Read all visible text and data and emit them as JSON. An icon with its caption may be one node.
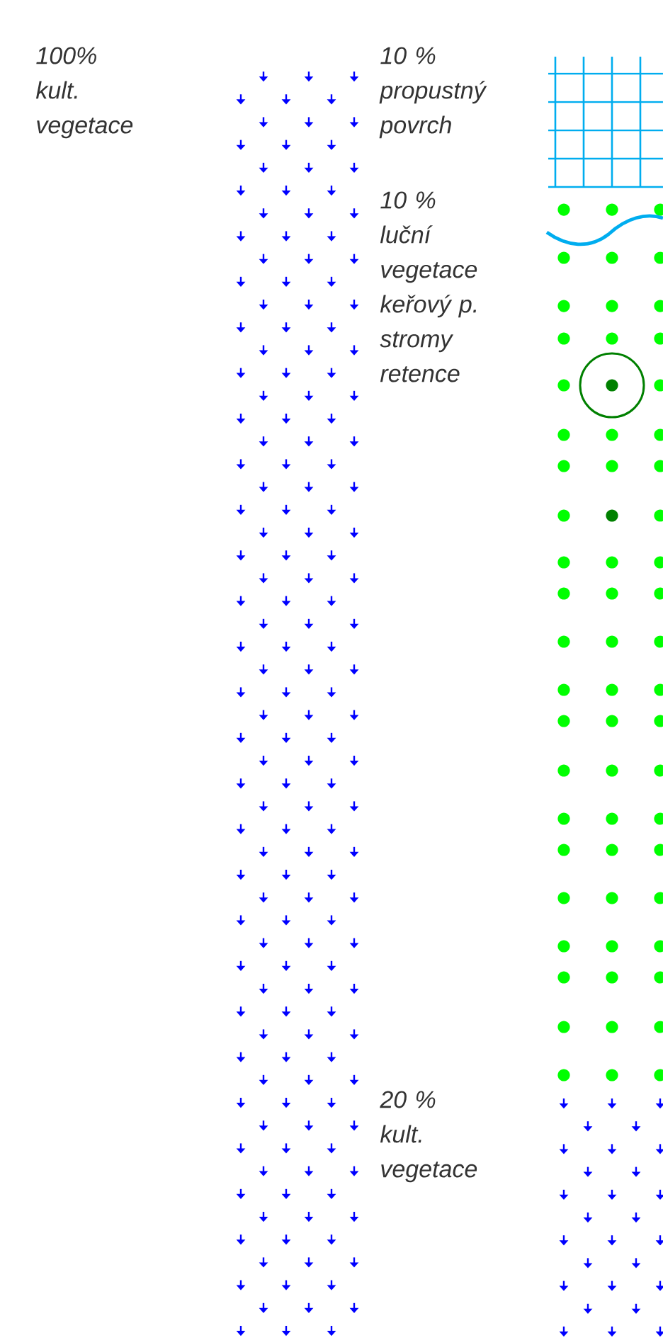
{
  "diagram": {
    "labels": [
      "100% kult. vegetace",
      "10 % propustný povrch",
      "10 % luční vegetace keřový p. stromy retence",
      "20 % kult. vegetace"
    ]
  }
}
